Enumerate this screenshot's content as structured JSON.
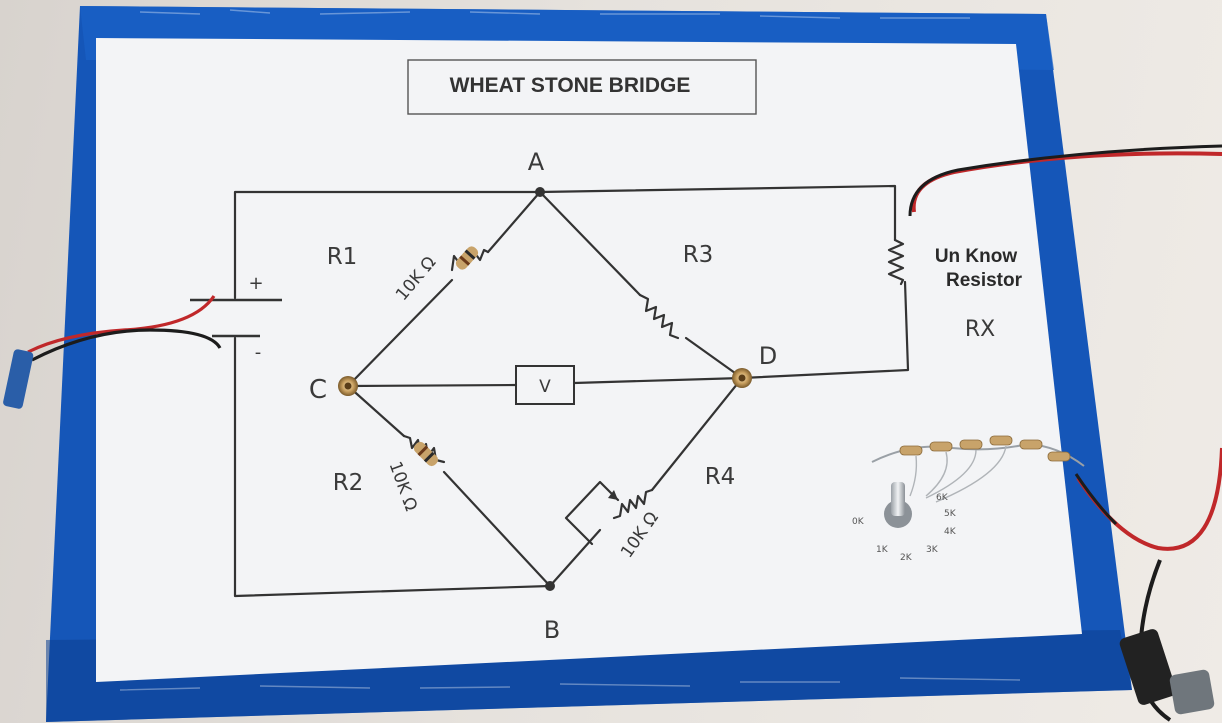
{
  "board": {
    "title": "WHEAT STONE BRIDGE",
    "nodes": {
      "a": "A",
      "b": "B",
      "c": "C",
      "d": "D"
    },
    "resistors": {
      "r1": {
        "name": "R1",
        "value": "10K Ω"
      },
      "r2": {
        "name": "R2",
        "value": "10K Ω"
      },
      "r3": {
        "name": "R3"
      },
      "r4": {
        "name": "R4",
        "value": "10K Ω"
      }
    },
    "meter": "V",
    "battery": {
      "plus": "+",
      "minus": "-"
    },
    "unknown": {
      "line1": "Un Know",
      "line2": "Resistor",
      "symbol": "RX"
    }
  },
  "colors": {
    "tape": "#1556b8",
    "tape_dark": "#0d3f8f",
    "paper": "#f3f4f6",
    "ink": "#333333",
    "wire_red": "#c0282a",
    "wire_black": "#1c1c1c",
    "brass": "#b08a4a"
  }
}
